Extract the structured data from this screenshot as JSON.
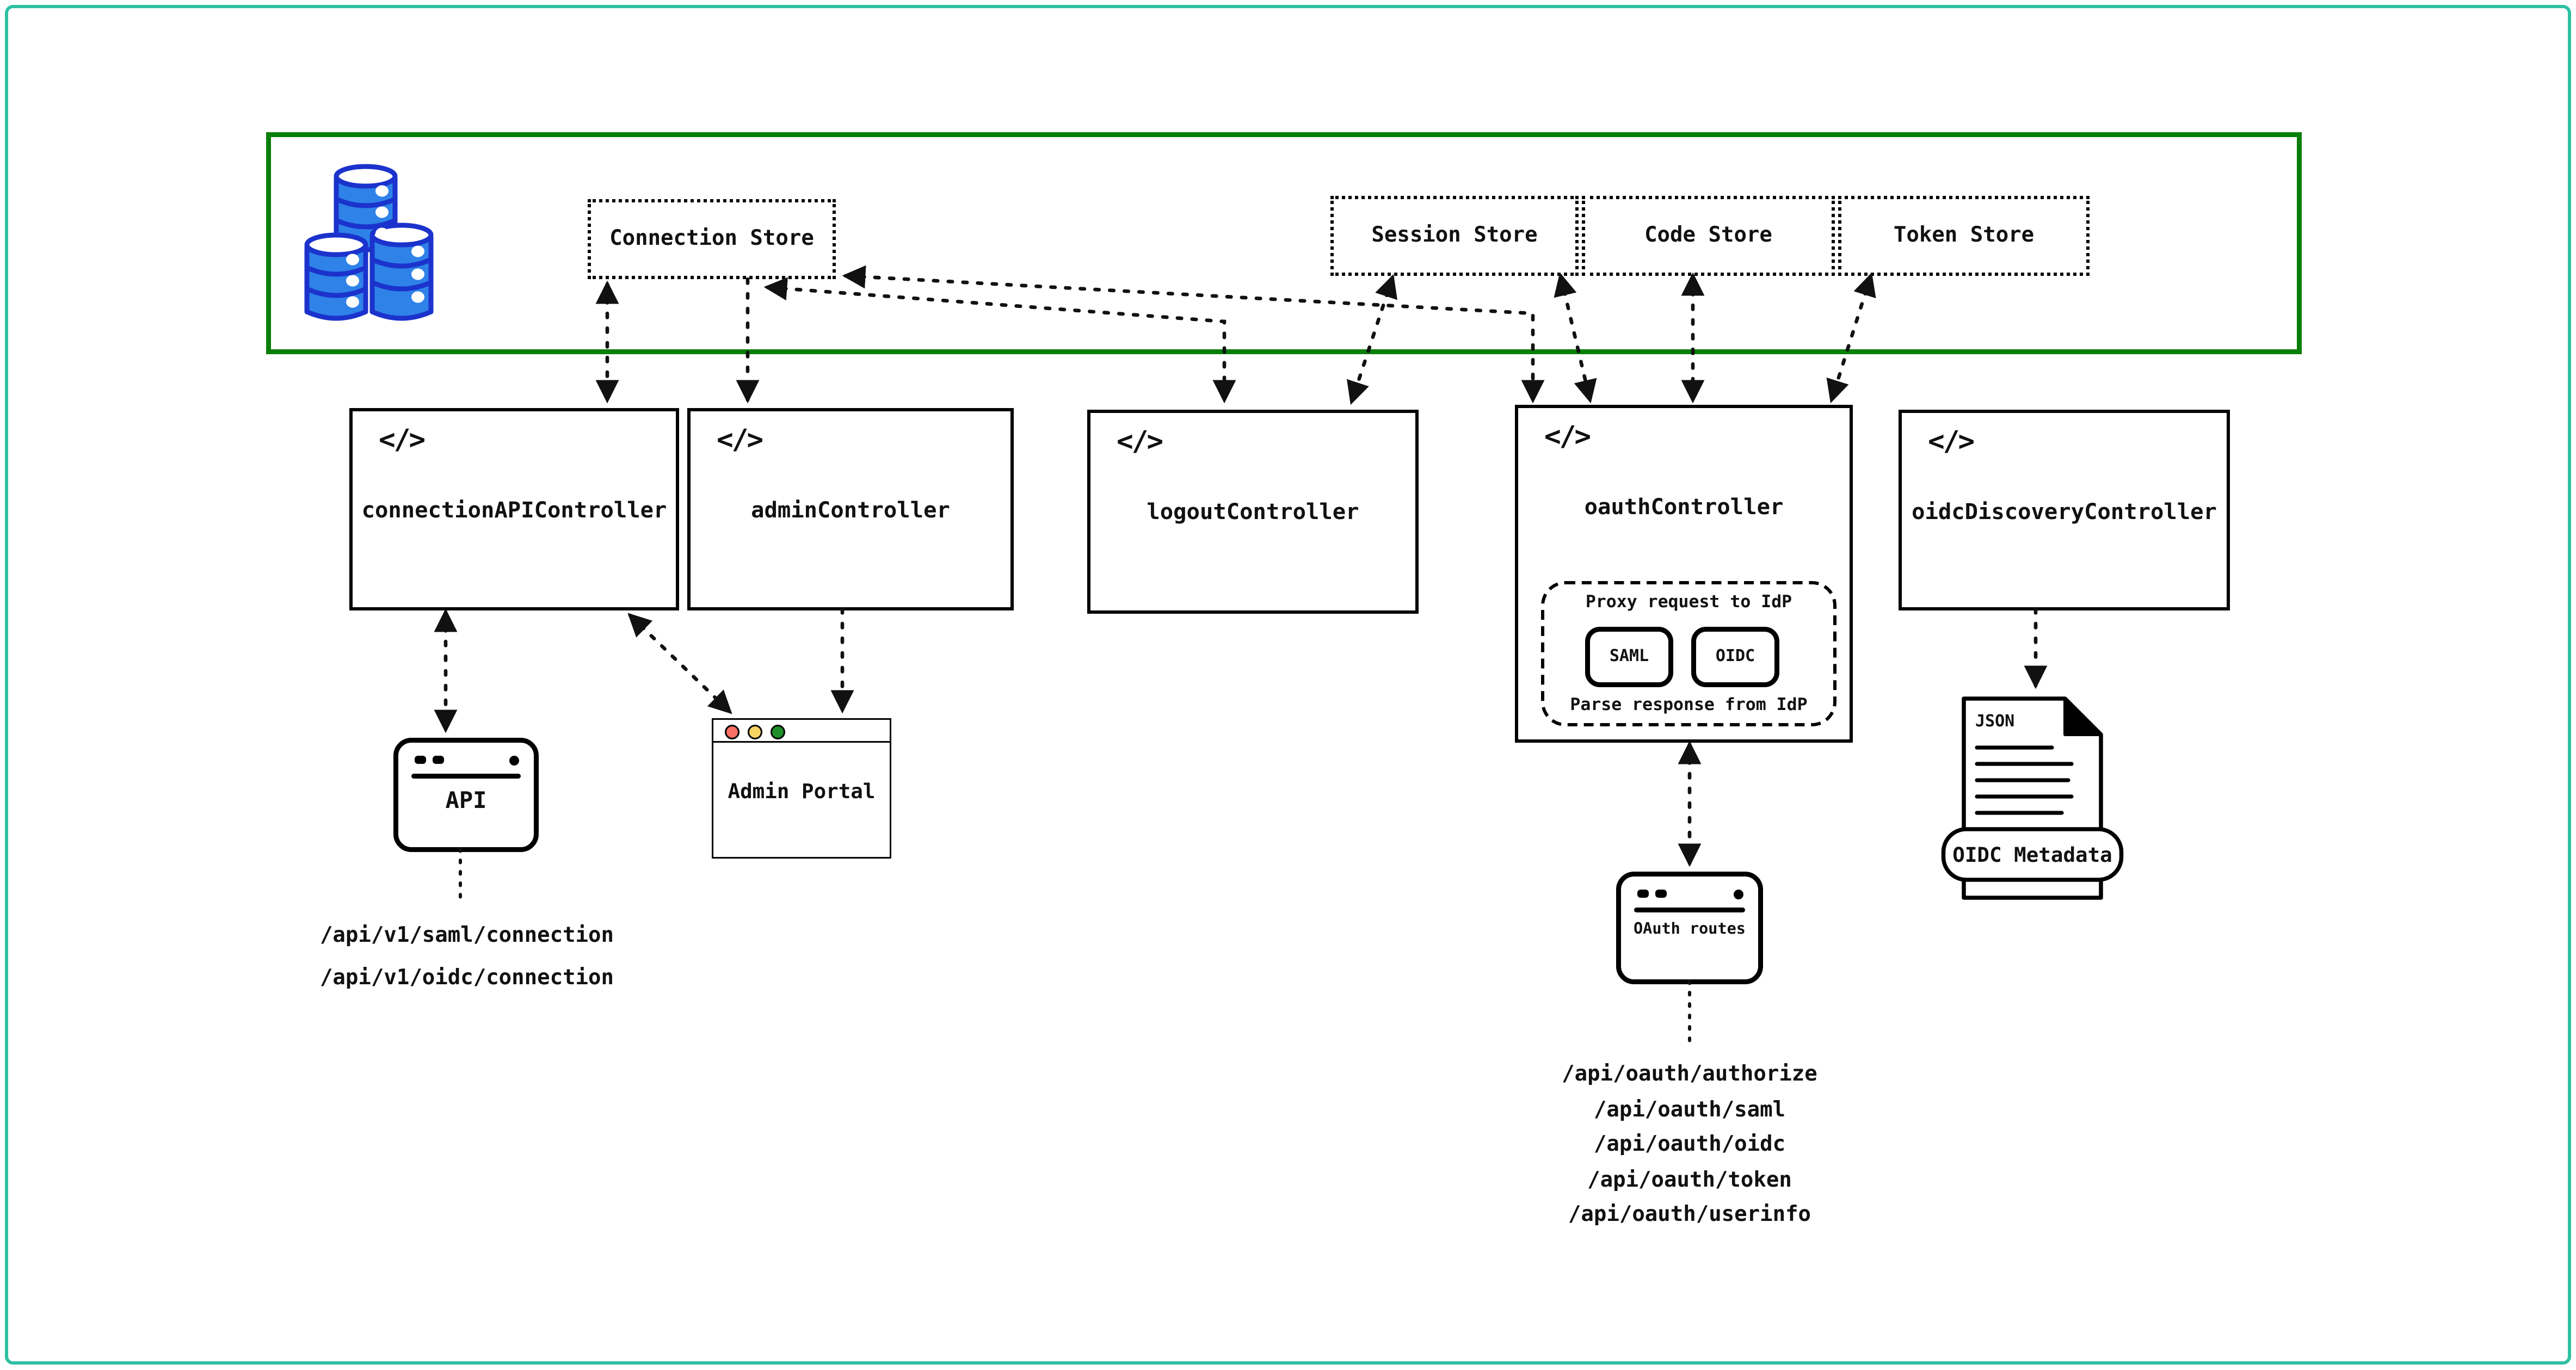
{
  "colors": {
    "page_border": "#2fc0a3",
    "zone_border": "#087f08",
    "db_fill": "#2e82e8",
    "db_stroke": "#1b33cc",
    "traffic_red": "#f97068",
    "traffic_yellow": "#f6d563",
    "traffic_green": "#1f8f2a",
    "line_color": "#111111"
  },
  "stores": [
    {
      "label": "Connection Store"
    },
    {
      "label": "Session Store"
    },
    {
      "label": "Code Store"
    },
    {
      "label": "Token Store"
    }
  ],
  "controllers": {
    "connection_api": {
      "icon_glyph": "</>",
      "label": "connectionAPIController"
    },
    "admin": {
      "icon_glyph": "</>",
      "label": "adminController"
    },
    "logout": {
      "icon_glyph": "</>",
      "label": "logoutController"
    },
    "oauth": {
      "icon_glyph": "</>",
      "label": "oauthController",
      "proxy": {
        "top": "Proxy request to IdP",
        "saml": "SAML",
        "oidc": "OIDC",
        "bottom": "Parse response from IdP"
      }
    },
    "oidc_discovery": {
      "icon_glyph": "</>",
      "label": "oidcDiscoveryController"
    }
  },
  "api_window": {
    "label": "API"
  },
  "api_endpoints": [
    "/api/v1/saml/connection",
    "/api/v1/oidc/connection"
  ],
  "admin_portal": {
    "label": "Admin Portal"
  },
  "oauth_routes_window": {
    "label": "OAuth routes"
  },
  "oauth_endpoints": [
    "/api/oauth/authorize",
    "/api/oauth/saml",
    "/api/oauth/oidc",
    "/api/oauth/token",
    "/api/oauth/userinfo"
  ],
  "oidc_metadata": {
    "file_type": "JSON",
    "label": "OIDC Metadata"
  }
}
